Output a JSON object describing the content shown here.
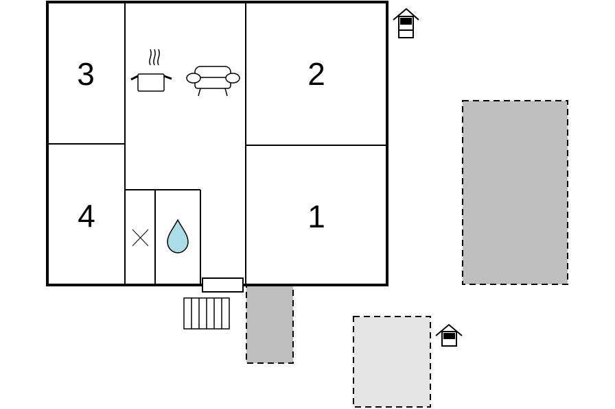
{
  "floor_plan": {
    "rooms": [
      {
        "label": "3",
        "kind": "bedroom"
      },
      {
        "label": "2",
        "kind": "bedroom"
      },
      {
        "label": "4",
        "kind": "bedroom"
      },
      {
        "label": "1",
        "kind": "bedroom"
      }
    ],
    "icons": [
      "cooking-pot-icon",
      "sofa-icon",
      "toilet-cross-icon",
      "water-drop-icon",
      "stairs-icon",
      "house-icon"
    ],
    "colors": {
      "wall": "#000000",
      "terrace_dark": "#bfbfbf",
      "terrace_light": "#e5e5e5",
      "water": "#a9dde8"
    }
  }
}
